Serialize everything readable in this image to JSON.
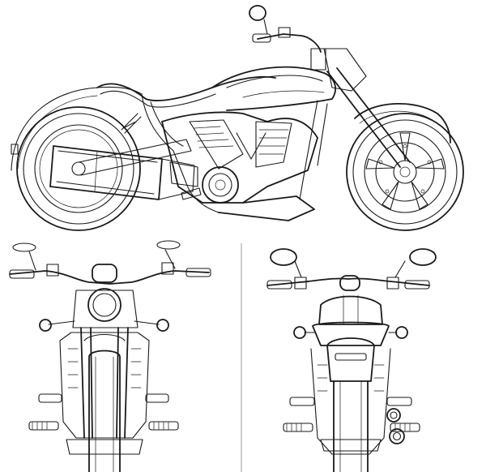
{
  "figure": {
    "stroke_color": "#1a1a1a",
    "background_color": "#ffffff",
    "views": [
      {
        "view": "side",
        "facing": "right"
      },
      {
        "view": "front"
      },
      {
        "view": "rear"
      }
    ]
  }
}
